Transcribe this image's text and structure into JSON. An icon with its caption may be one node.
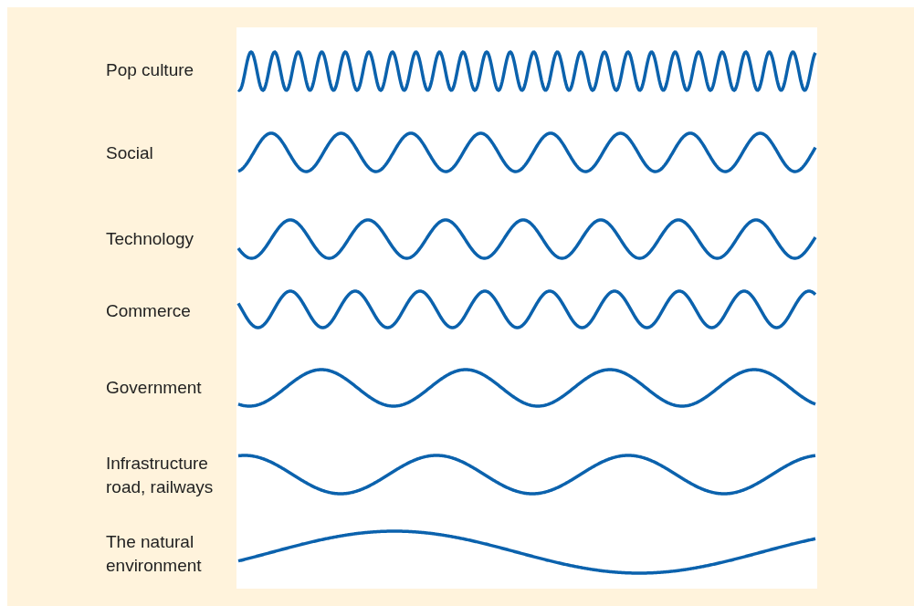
{
  "diagram": {
    "labels": [
      "Pop culture",
      "Social",
      "Technology",
      "Commerce",
      "Government",
      "Infrastructure road, railways",
      "The natural environment"
    ]
  }
}
